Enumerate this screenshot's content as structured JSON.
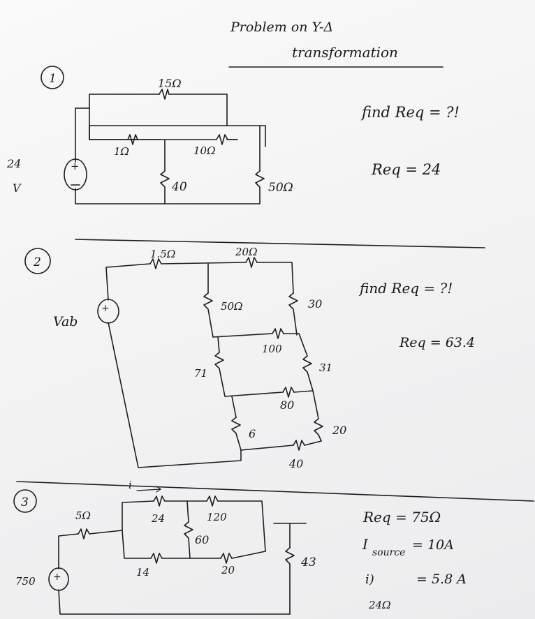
{
  "header": {
    "title_line1": "Problem on Y-Δ",
    "title_line2": "transformation"
  },
  "problem1": {
    "number": "1",
    "source_value": "24",
    "source_unit": "V",
    "source_sign": "+",
    "resistors": {
      "top": "15Ω",
      "left": "1Ω",
      "mid": "10Ω",
      "shunt_left": "40",
      "shunt_right": "50Ω"
    },
    "question": "find Req = ?!",
    "answer": "Req = 24"
  },
  "problem2": {
    "number": "2",
    "source_label": "Vab",
    "source_sign": "+",
    "resistors": {
      "top_left": "1.5Ω",
      "top_right": "20Ω",
      "r50": "50Ω",
      "r30": "30",
      "r100": "100",
      "r71": "71",
      "r31": "31",
      "r80": "80",
      "r6": "6",
      "r20": "20",
      "r40": "40"
    },
    "question": "find Req = ?!",
    "answer": "Req = 63.4"
  },
  "problem3": {
    "number": "3",
    "current_label": "i",
    "source_value": "750",
    "source_sign": "+",
    "resistors": {
      "series": "5Ω",
      "r24": "24",
      "r120": "120",
      "r60": "60",
      "r14": "14",
      "r20": "20",
      "r43": "43"
    },
    "answer_req": "Req = 75Ω",
    "answer_isource_label": "I",
    "answer_isource_sub": "source",
    "answer_isource_value": "= 10A",
    "answer_i_label": "i)",
    "answer_i_value": "= 5.8 A",
    "answer_i_note": "24Ω"
  }
}
